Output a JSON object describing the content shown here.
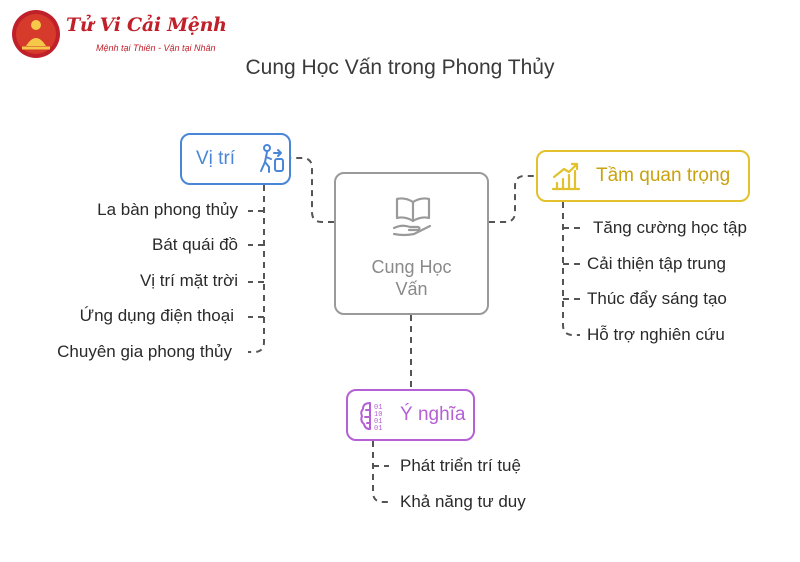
{
  "logo": {
    "title": "Tử Vi Cải Mệnh",
    "subtitle": "Mệnh tại Thiên - Vận tại Nhân"
  },
  "title": "Cung Học Vấn trong Phong Thủy",
  "center": {
    "label_line1": "Cung Học",
    "label_line2": "Vấn",
    "icon": "open-book-hand-icon"
  },
  "nodes": {
    "vi_tri": {
      "label": "Vị trí",
      "icon": "person-direction-icon",
      "color": "#4a86d8",
      "items": [
        "La bàn phong thủy",
        "Bát quái đồ",
        "Vị trí mặt trời",
        "Ứng dụng điện thoại",
        "Chuyên gia phong thủy"
      ]
    },
    "tam_quan_trong": {
      "label": "Tầm quan trọng",
      "icon": "growth-chart-icon",
      "color": "#e2c12c",
      "items": [
        "Tăng cường học tập",
        "Cải thiện tập trung",
        "Thúc đẩy sáng tạo",
        "Hỗ trợ nghiên cứu"
      ]
    },
    "y_nghia": {
      "label": "Ý nghĩa",
      "icon": "brain-binary-icon",
      "color": "#b560d4",
      "items": [
        "Phát triển trí tuệ",
        "Khả năng tư duy"
      ]
    }
  }
}
